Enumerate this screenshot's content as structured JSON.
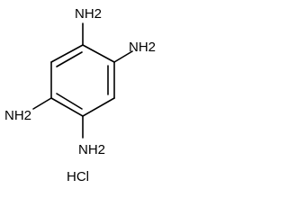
{
  "molecule": {
    "substituents": {
      "top": "NH2",
      "right": "NH2",
      "left": "NH2",
      "bottom": "NH2"
    },
    "salt": "HCl"
  },
  "colors": {
    "ink": "#000000",
    "background": "#ffffff"
  }
}
